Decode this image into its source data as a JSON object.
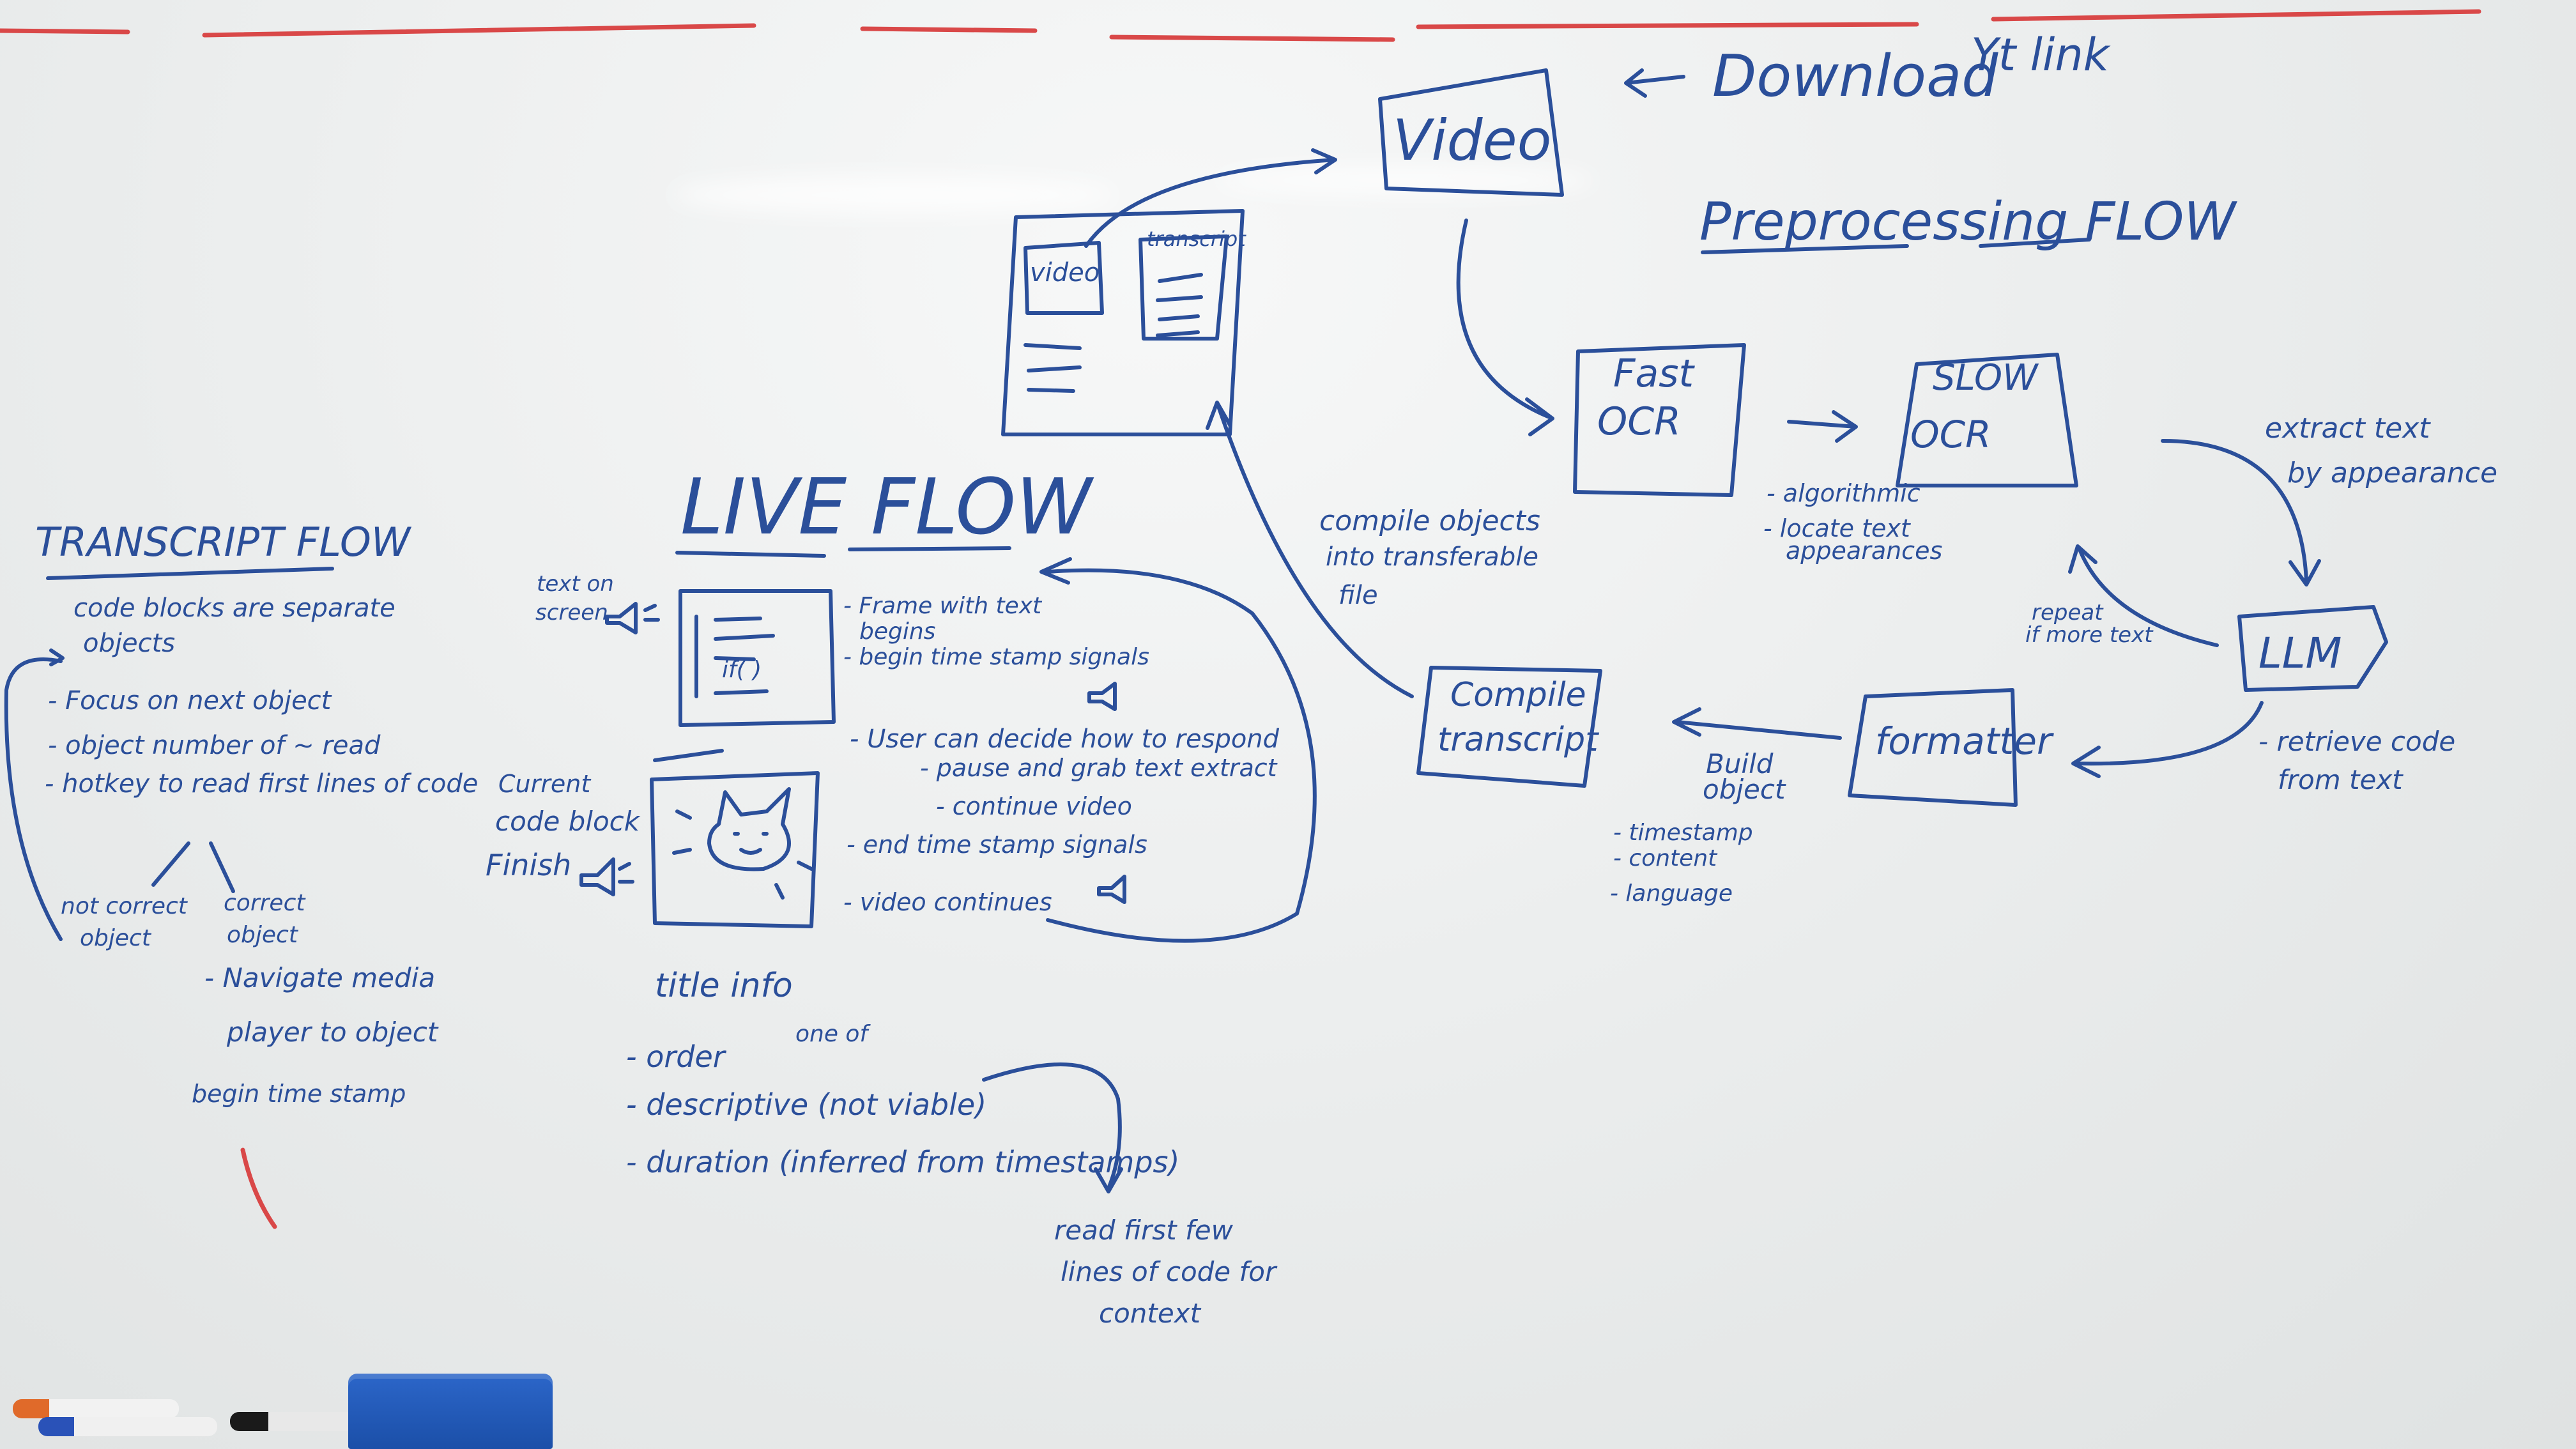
{
  "board": {
    "preprocessing": {
      "download_arrow_label": "Download",
      "yt_link": "Yt link",
      "title": "Preprocessing FLOW",
      "video_box": "Video",
      "fast_ocr": [
        "Fast",
        "OCR"
      ],
      "slow_ocr": [
        "SLOW",
        "OCR"
      ],
      "ocr_notes": [
        "- algorithmic",
        "- locate text",
        "appearances"
      ],
      "extract_note": [
        "extract text",
        "by appearance"
      ],
      "llm_box": "LLM",
      "repeat_note": [
        "repeat",
        "if more text"
      ],
      "retrieve_note": [
        "- retrieve code",
        "from text"
      ],
      "formatter_box": "formatter",
      "build_object": [
        "Build",
        "object"
      ],
      "object_fields": [
        "- timestamp",
        "- content",
        "- language"
      ],
      "compile_box": [
        "Compile",
        "transcript"
      ],
      "compile_note": [
        "compile objects",
        "into transferable",
        "file"
      ],
      "player_sketch_labels": [
        "video",
        "transcript"
      ]
    },
    "live_flow": {
      "title": "LIVE FLOW",
      "text_on_screen": [
        "text on",
        "screen"
      ],
      "frame_notes": [
        "- Frame with text",
        "begins",
        "- begin time stamp signals"
      ],
      "code_glyph": "if( )",
      "current_code_block": [
        "Current",
        "code block",
        "Finish"
      ],
      "user_notes": [
        "- User can decide how to respond",
        "- pause and grab text extract",
        "- continue video",
        "- end time stamp signals",
        "- video continues"
      ],
      "title_info": "title info",
      "one_of": "one of",
      "info_items": [
        "- order",
        "- descriptive (not viable)",
        "- duration (inferred from timestamps)"
      ],
      "read_first": [
        "read first few",
        "lines of code for",
        "context"
      ]
    },
    "transcript_flow": {
      "title": "TRANSCRIPT FLOW",
      "notes": [
        "code blocks are separate",
        "objects",
        "- Focus on next object",
        "- object number of ~ read",
        "- hotkey to read first lines of code"
      ],
      "branch_left": [
        "not correct",
        "object"
      ],
      "branch_right": [
        "correct",
        "object"
      ],
      "navigate": [
        "- Navigate media",
        "player to object"
      ],
      "begin_timestamp": "begin time stamp"
    }
  },
  "colors": {
    "ink": "#2b4f9a",
    "red_marker": "#d94848",
    "eraser": "#1b4fa8",
    "board": "#eceeee"
  }
}
